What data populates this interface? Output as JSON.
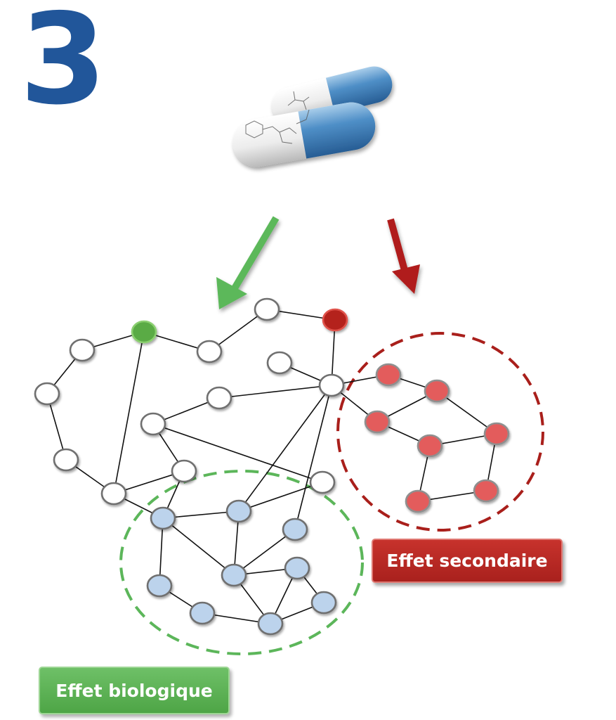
{
  "step_number": "3",
  "labels": {
    "side_effect": "Effet secondaire",
    "biological_effect": "Effet biologique"
  },
  "colors": {
    "step_number": "#21569a",
    "target_node": "#5aab45",
    "offtarget_node": "#b4221c",
    "side_effect_node": "#e35b5b",
    "biological_node": "#bcd3ec",
    "white_node": "#ffffff",
    "green_arrow": "#5bb85a",
    "red_arrow": "#b01f1a",
    "green_dash": "#5cb65a",
    "red_dash": "#a91f1b"
  },
  "network": {
    "nodes": [
      {
        "id": "w1",
        "group": "white"
      },
      {
        "id": "w2",
        "group": "white"
      },
      {
        "id": "w3",
        "group": "white"
      },
      {
        "id": "w4",
        "group": "white"
      },
      {
        "id": "w5",
        "group": "white"
      },
      {
        "id": "w6",
        "group": "white"
      },
      {
        "id": "w7",
        "group": "white"
      },
      {
        "id": "w8",
        "group": "white"
      },
      {
        "id": "w9",
        "group": "white"
      },
      {
        "id": "w10",
        "group": "white"
      },
      {
        "id": "w11",
        "group": "white"
      },
      {
        "id": "w12",
        "group": "white"
      },
      {
        "id": "w13",
        "group": "white"
      },
      {
        "id": "g1",
        "group": "target"
      },
      {
        "id": "d1",
        "group": "offtarget"
      },
      {
        "id": "r1",
        "group": "side"
      },
      {
        "id": "r2",
        "group": "side"
      },
      {
        "id": "r3",
        "group": "side"
      },
      {
        "id": "r4",
        "group": "side"
      },
      {
        "id": "r5",
        "group": "side"
      },
      {
        "id": "r6",
        "group": "side"
      },
      {
        "id": "r7",
        "group": "side"
      },
      {
        "id": "b1",
        "group": "bio"
      },
      {
        "id": "b2",
        "group": "bio"
      },
      {
        "id": "b3",
        "group": "bio"
      },
      {
        "id": "b4",
        "group": "bio"
      },
      {
        "id": "b5",
        "group": "bio"
      },
      {
        "id": "b6",
        "group": "bio"
      },
      {
        "id": "b7",
        "group": "bio"
      },
      {
        "id": "b8",
        "group": "bio"
      },
      {
        "id": "b9",
        "group": "bio"
      }
    ],
    "edges": [
      [
        "w1",
        "g1"
      ],
      [
        "w1",
        "w2"
      ],
      [
        "w2",
        "w3"
      ],
      [
        "w3",
        "w4"
      ],
      [
        "w4",
        "g1"
      ],
      [
        "g1",
        "w5"
      ],
      [
        "w5",
        "w6"
      ],
      [
        "w6",
        "d1"
      ],
      [
        "d1",
        "w8"
      ],
      [
        "w7",
        "w8"
      ],
      [
        "w8",
        "w9"
      ],
      [
        "w9",
        "w10"
      ],
      [
        "w10",
        "w11"
      ],
      [
        "w11",
        "w4"
      ],
      [
        "w10",
        "w12"
      ],
      [
        "w9",
        "w13"
      ],
      [
        "w8",
        "b2"
      ],
      [
        "w8",
        "r1"
      ],
      [
        "w13",
        "r3"
      ],
      [
        "w4",
        "b1"
      ],
      [
        "w12",
        "b2"
      ],
      [
        "w11",
        "b1"
      ],
      [
        "w13",
        "b3"
      ],
      [
        "r1",
        "r2"
      ],
      [
        "r3",
        "r2"
      ],
      [
        "r3",
        "r4"
      ],
      [
        "r2",
        "r5"
      ],
      [
        "r4",
        "r5"
      ],
      [
        "r4",
        "r6"
      ],
      [
        "r6",
        "r7"
      ],
      [
        "r7",
        "r5"
      ],
      [
        "b1",
        "b2"
      ],
      [
        "b1",
        "b4"
      ],
      [
        "b1",
        "b5"
      ],
      [
        "b2",
        "b5"
      ],
      [
        "b3",
        "b5"
      ],
      [
        "b5",
        "b6"
      ],
      [
        "b4",
        "b7"
      ],
      [
        "b7",
        "b8"
      ],
      [
        "b5",
        "b8"
      ],
      [
        "b8",
        "b6"
      ],
      [
        "b6",
        "b9"
      ],
      [
        "b9",
        "b8"
      ]
    ]
  }
}
